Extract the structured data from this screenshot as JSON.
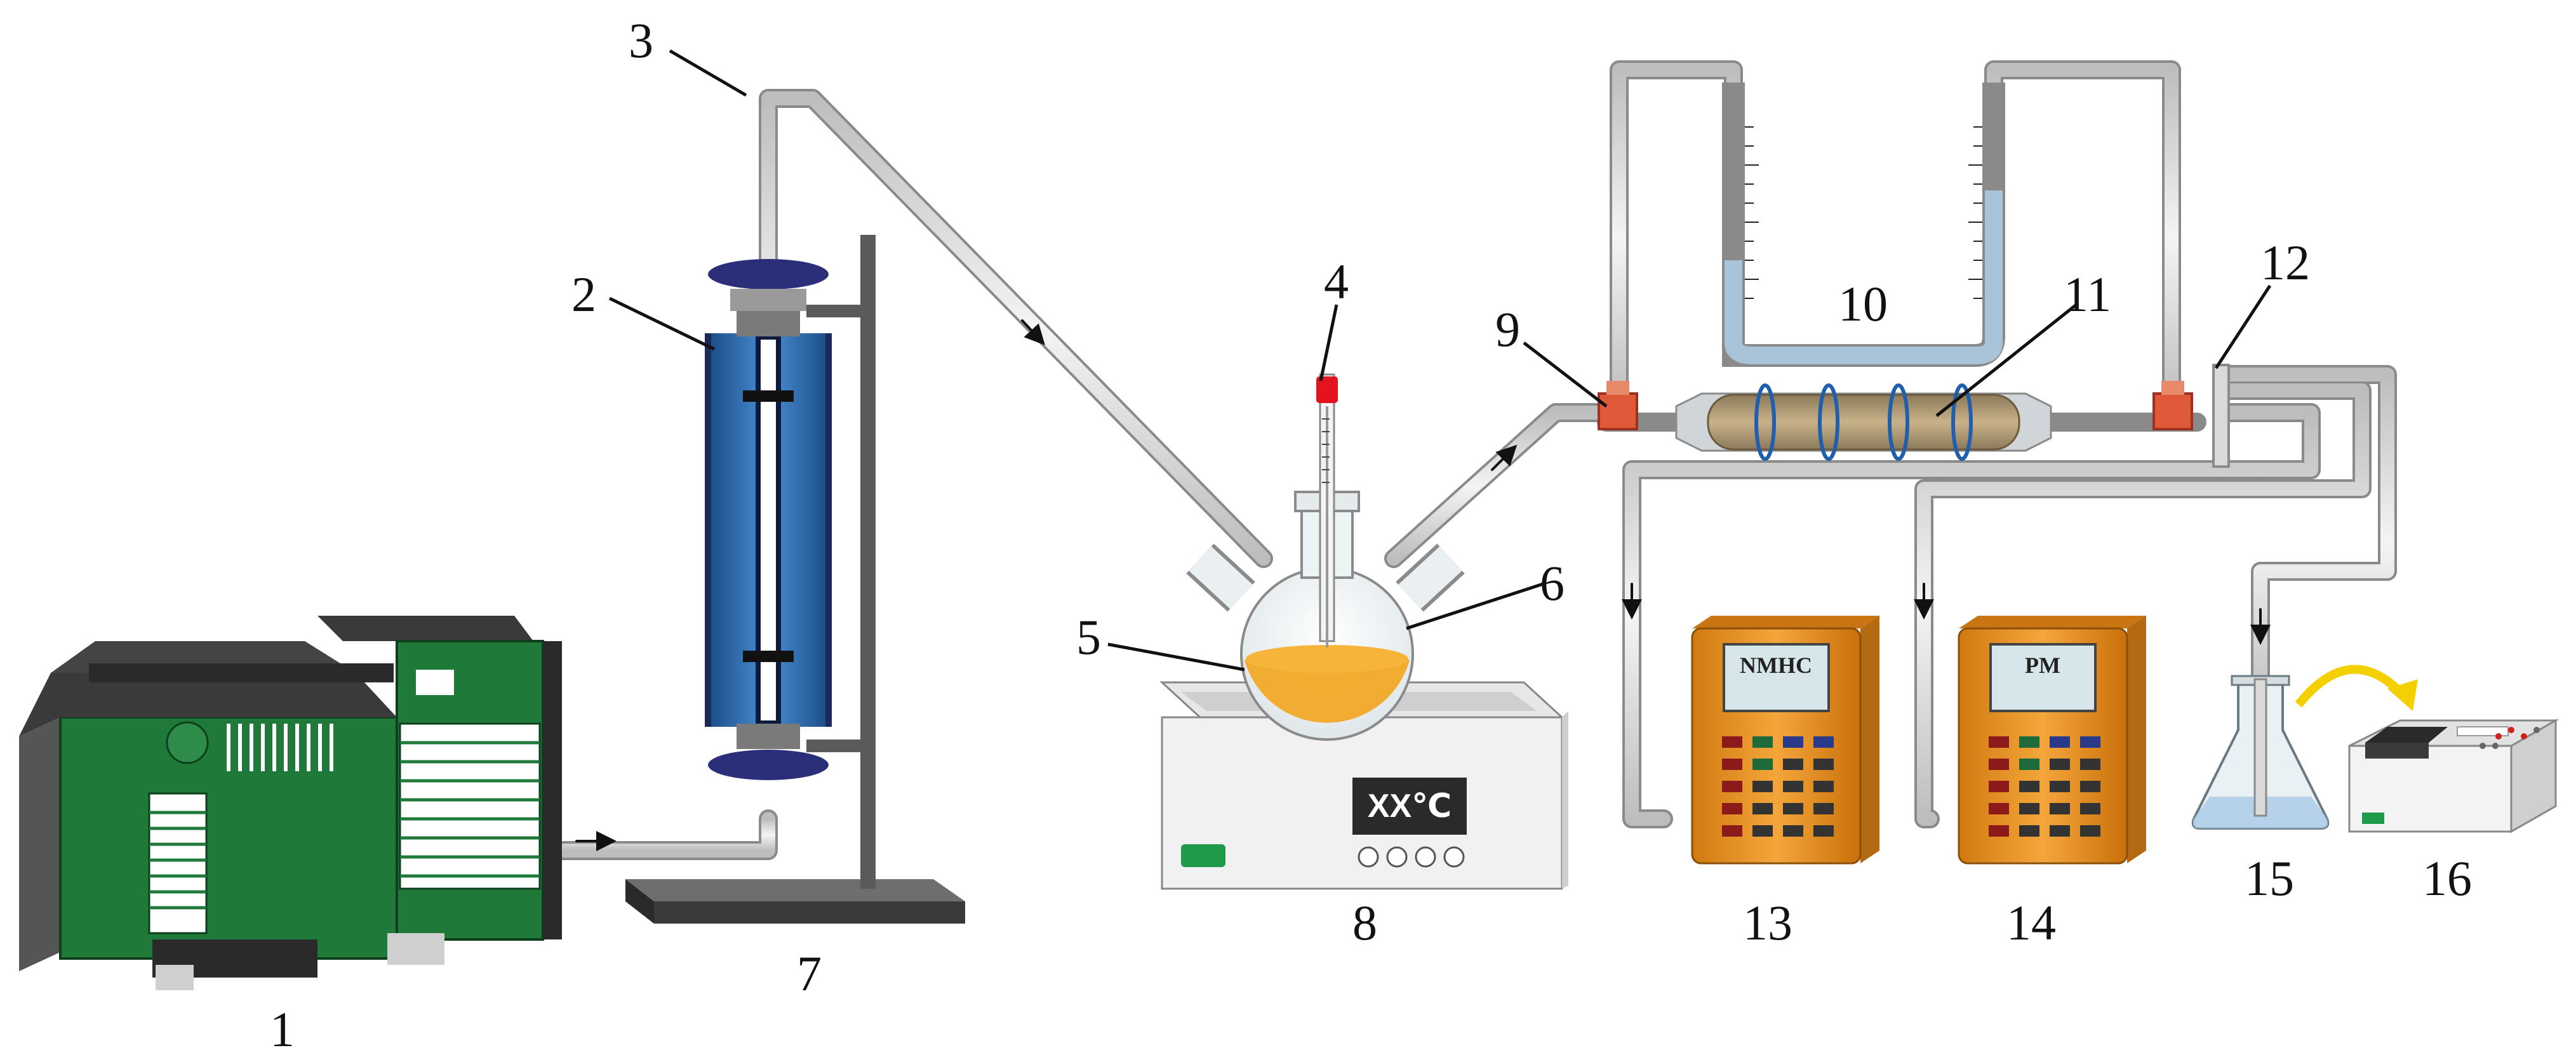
{
  "diagram": {
    "labels": {
      "l1": "1",
      "l2": "2",
      "l3": "3",
      "l4": "4",
      "l5": "5",
      "l6": "6",
      "l7": "7",
      "l8": "8",
      "l9": "9",
      "l10": "10",
      "l11": "11",
      "l12": "12",
      "l13": "13",
      "l14": "14",
      "l15": "15",
      "l16": "16"
    },
    "heater_display": "XX℃",
    "analyzer_13_label": "NMHC",
    "analyzer_14_label": "PM"
  },
  "colors": {
    "tube": "#d9d9d9",
    "tube_edge": "#8a8a8a",
    "pump_green": "#1f7a3a",
    "column_blue": "#2f6fb3",
    "flange_navy": "#2b2f7a",
    "liquid": "#f2a51c",
    "analyzer_orange": "#e8901e",
    "valve_red": "#e05a3a"
  }
}
